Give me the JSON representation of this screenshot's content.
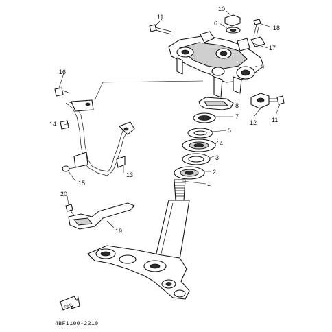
{
  "diagram": {
    "part_labels": {
      "p1": "1",
      "p2": "2",
      "p3": "3",
      "p4": "4",
      "p5": "5",
      "p6": "6",
      "p7": "7",
      "p8": "8",
      "p9": "9",
      "p10": "10",
      "p11a": "11",
      "p11b": "11",
      "p12": "12",
      "p13": "13",
      "p14": "14",
      "p15": "15",
      "p16": "16",
      "p17": "17",
      "p18": "18",
      "p19": "19",
      "p20": "20"
    },
    "fwd_label": "FWD",
    "drawing_code": "4BF1100-2210"
  }
}
